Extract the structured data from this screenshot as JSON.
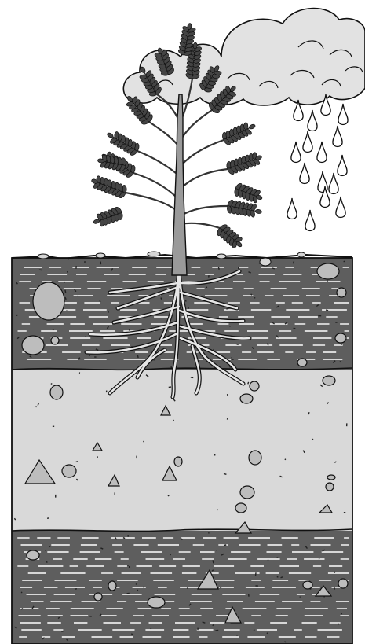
{
  "figure": {
    "layers": [
      "topsoil",
      "subsoil",
      "bedrock"
    ],
    "colors": {
      "topsoil": "#5e5e5e",
      "subsoil": "#d9d9d9",
      "bedrock": "#5e5e5e",
      "cloud": "#e2e2e2",
      "trunk": "#9a9a9a",
      "foliage": "#444444",
      "roots": "#e6e6e6",
      "stone": "#bdbdbd",
      "outline": "#111111",
      "stripe": "#ffffff"
    }
  }
}
